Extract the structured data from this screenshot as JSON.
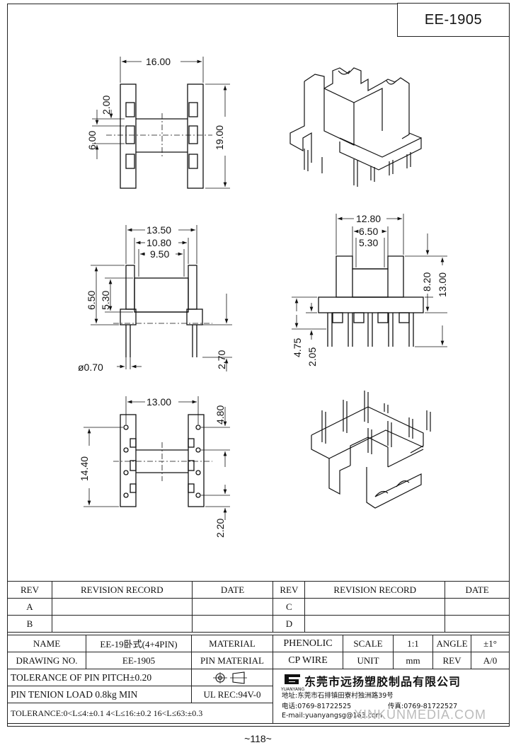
{
  "part_number": "EE-1905",
  "dimensions": {
    "top_view": {
      "width": "16.00",
      "flange_gap": "2.00",
      "inner": "6.00",
      "height": "19.00"
    },
    "front_view": {
      "overall": "13.50",
      "mid": "10.80",
      "inner": "9.50",
      "h1": "6.50",
      "h2": "5.30",
      "pin_len": "2.70",
      "pin_dia": "ø0.70"
    },
    "side_view": {
      "w1": "12.80",
      "w2": "6.50",
      "w3": "5.30",
      "h1": "8.20",
      "h2": "13.00",
      "h3": "4.75",
      "h4": "2.05"
    },
    "bottom_view": {
      "width": "13.00",
      "pitch_top": "4.80",
      "height": "14.40",
      "pitch_bottom": "2.20"
    }
  },
  "revision_table": {
    "headers": [
      "REV",
      "REVISION RECORD",
      "DATE",
      "REV",
      "REVISION RECORD",
      "DATE"
    ],
    "rows": [
      [
        "A",
        "",
        "",
        "C",
        "",
        ""
      ],
      [
        "B",
        "",
        "",
        "D",
        "",
        ""
      ]
    ]
  },
  "title_block": {
    "name_label": "NAME",
    "name_value": "EE-19卧式(4+4PIN)",
    "material_label": "MATERIAL",
    "material_value": "PHENOLIC",
    "scale_label": "SCALE",
    "scale_value": "1:1",
    "angle_label": "ANGLE",
    "angle_value": "±1°",
    "drawing_no_label": "DRAWING NO.",
    "drawing_no_value": "EE-1905",
    "pin_material_label": "PIN MATERIAL",
    "pin_material_value": "CP WIRE",
    "unit_label": "UNIT",
    "unit_value": "mm",
    "rev_label": "REV",
    "rev_value": "A/0",
    "pitch_tolerance": "TOLERANCE OF PIN PITCH±0.20",
    "tension": "PIN TENION LOAD 0.8kg MIN",
    "ul": "UL REC:94V-0",
    "tolerance": "TOLERANCE:0<L≤4:±0.1  4<L≤16:±0.2  16<L≤63:±0.3"
  },
  "company": {
    "logo_text": "YUANYANG",
    "name": "东莞市远扬塑胶制品有限公司",
    "address": "地址:东莞市石排镇田寮村独洲路39号",
    "phone": "电话:0769-81722525",
    "fax": "传真:0769-81722527",
    "email": "E-mail:yuanyangsg@163.com"
  },
  "watermark": "XINKUNMEDIA.COM",
  "page_number": "~118~"
}
